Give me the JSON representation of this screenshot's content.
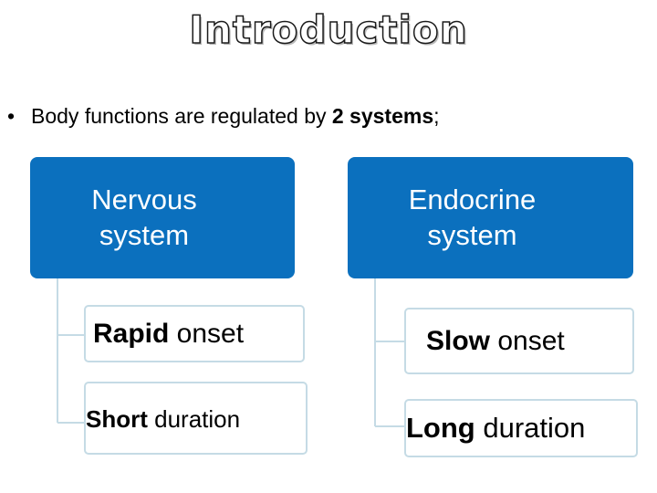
{
  "title": "Introduction",
  "bullet": {
    "marker": "•",
    "prefix": "Body functions are regulated by ",
    "bold": "2 systems",
    "suffix": ";"
  },
  "columns": [
    {
      "header_line1": "Nervous",
      "header_line2": "system",
      "items": [
        {
          "bold": "Rapid",
          "rest": " onset"
        },
        {
          "bold": "Short",
          "rest": " duration"
        }
      ]
    },
    {
      "header_line1": "Endocrine",
      "header_line2": "system",
      "items": [
        {
          "bold": "Slow",
          "rest": " onset"
        },
        {
          "bold": "Long",
          "rest": " duration"
        }
      ]
    }
  ],
  "colors": {
    "header_fill": "#0b70be",
    "item_border": "#c5dbe5",
    "connector": "#c5dbe5"
  }
}
